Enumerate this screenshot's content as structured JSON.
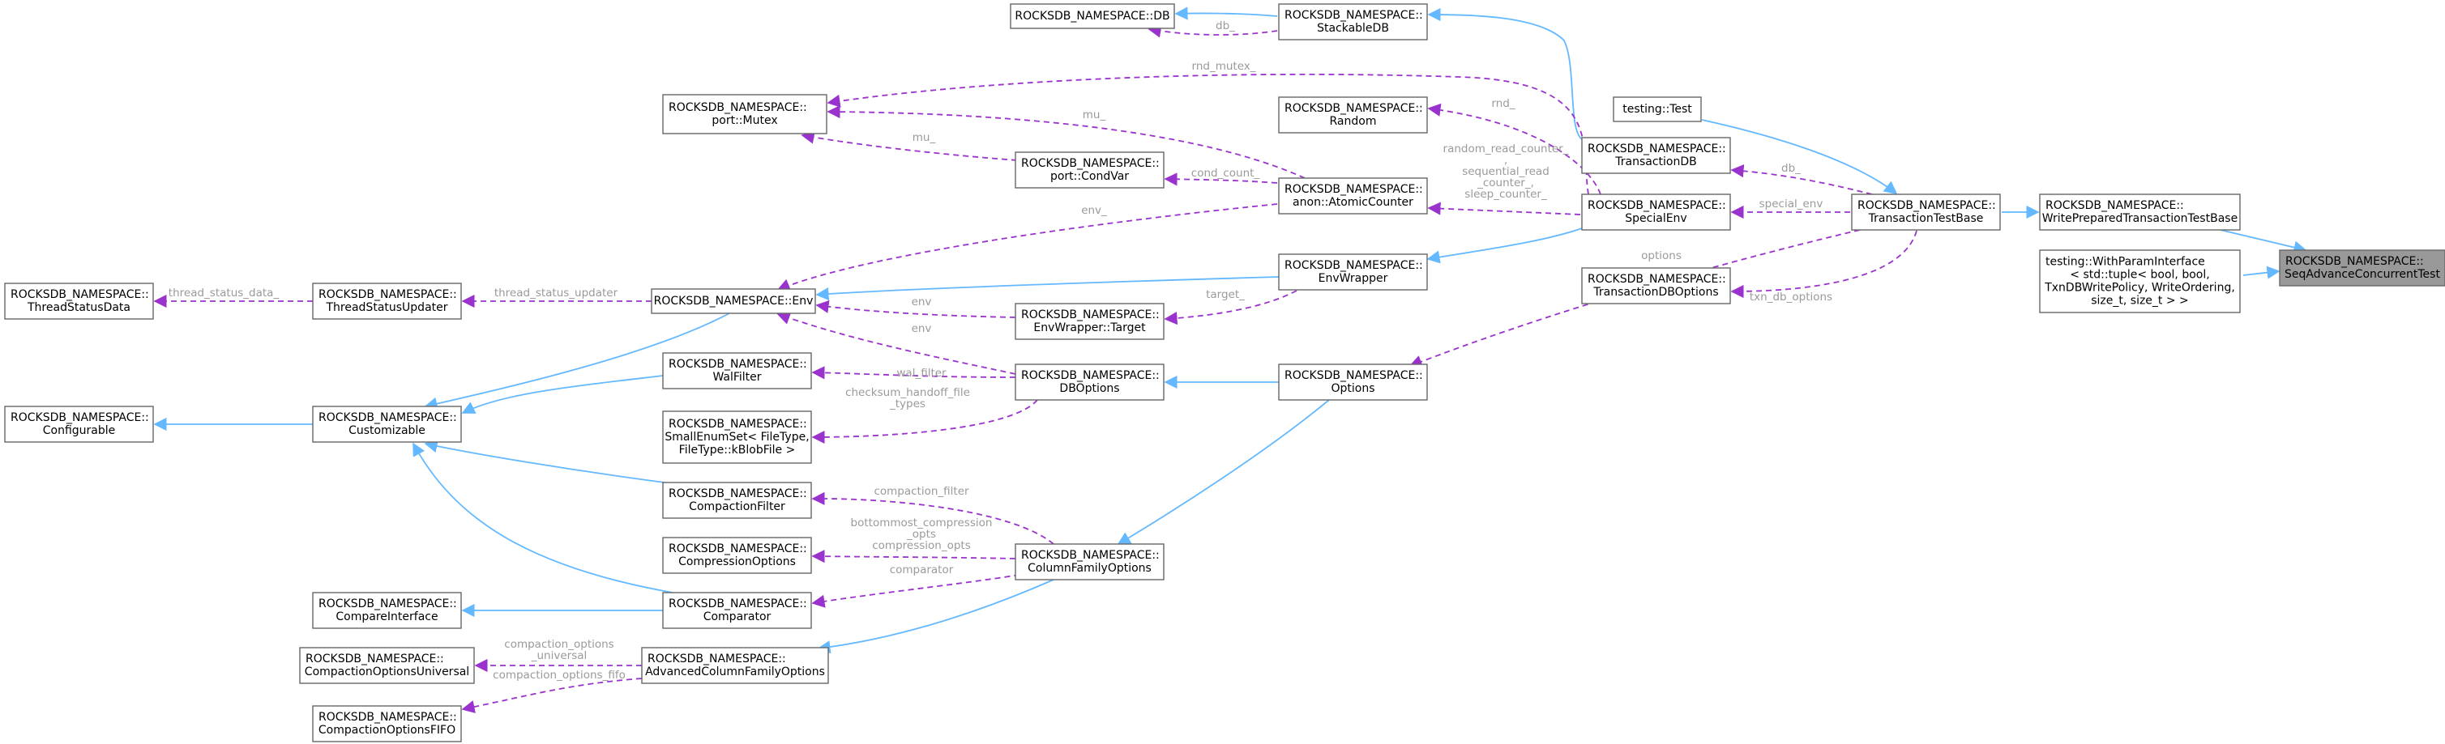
{
  "nodes": [
    {
      "id": "seq",
      "lines": [
        "ROCKSDB_NAMESPACE::",
        "SeqAdvanceConcurrentTest"
      ],
      "highlight": true
    },
    {
      "id": "wptb",
      "lines": [
        "ROCKSDB_NAMESPACE::",
        "WritePreparedTransactionTestBase"
      ]
    },
    {
      "id": "wpi",
      "lines": [
        "testing::WithParamInterface",
        "< std::tuple< bool, bool,",
        "TxnDBWritePolicy, WriteOrdering,",
        "size_t, size_t > >"
      ]
    },
    {
      "id": "ttb",
      "lines": [
        "ROCKSDB_NAMESPACE::",
        "TransactionTestBase"
      ]
    },
    {
      "id": "test",
      "lines": [
        "testing::Test"
      ]
    },
    {
      "id": "tdb",
      "lines": [
        "ROCKSDB_NAMESPACE::",
        "TransactionDB"
      ]
    },
    {
      "id": "senv",
      "lines": [
        "ROCKSDB_NAMESPACE::",
        "SpecialEnv"
      ]
    },
    {
      "id": "tdbo",
      "lines": [
        "ROCKSDB_NAMESPACE::",
        "TransactionDBOptions"
      ]
    },
    {
      "id": "db",
      "lines": [
        "ROCKSDB_NAMESPACE::DB"
      ]
    },
    {
      "id": "sdb",
      "lines": [
        "ROCKSDB_NAMESPACE::",
        "StackableDB"
      ]
    },
    {
      "id": "rand",
      "lines": [
        "ROCKSDB_NAMESPACE::",
        "Random"
      ]
    },
    {
      "id": "atomic",
      "lines": [
        "ROCKSDB_NAMESPACE::",
        "anon::AtomicCounter"
      ]
    },
    {
      "id": "envw",
      "lines": [
        "ROCKSDB_NAMESPACE::",
        "EnvWrapper"
      ]
    },
    {
      "id": "opts",
      "lines": [
        "ROCKSDB_NAMESPACE::",
        "Options"
      ]
    },
    {
      "id": "mutex",
      "lines": [
        "ROCKSDB_NAMESPACE::",
        "port::Mutex"
      ]
    },
    {
      "id": "condvar",
      "lines": [
        "ROCKSDB_NAMESPACE::",
        "port::CondVar"
      ]
    },
    {
      "id": "envwt",
      "lines": [
        "ROCKSDB_NAMESPACE::",
        "EnvWrapper::Target"
      ]
    },
    {
      "id": "dbopts",
      "lines": [
        "ROCKSDB_NAMESPACE::",
        "DBOptions"
      ]
    },
    {
      "id": "cfo",
      "lines": [
        "ROCKSDB_NAMESPACE::",
        "ColumnFamilyOptions"
      ]
    },
    {
      "id": "env",
      "lines": [
        "ROCKSDB_NAMESPACE::Env"
      ]
    },
    {
      "id": "walf",
      "lines": [
        "ROCKSDB_NAMESPACE::",
        "WalFilter"
      ]
    },
    {
      "id": "sesft",
      "lines": [
        "ROCKSDB_NAMESPACE::",
        "SmallEnumSet< FileType,",
        "FileType::kBlobFile >"
      ]
    },
    {
      "id": "cf",
      "lines": [
        "ROCKSDB_NAMESPACE::",
        "CompactionFilter"
      ]
    },
    {
      "id": "co",
      "lines": [
        "ROCKSDB_NAMESPACE::",
        "CompressionOptions"
      ]
    },
    {
      "id": "comp",
      "lines": [
        "ROCKSDB_NAMESPACE::",
        "Comparator"
      ]
    },
    {
      "id": "acfo",
      "lines": [
        "ROCKSDB_NAMESPACE::",
        "AdvancedColumnFamilyOptions"
      ]
    },
    {
      "id": "tsu",
      "lines": [
        "ROCKSDB_NAMESPACE::",
        "ThreadStatusUpdater"
      ]
    },
    {
      "id": "cust",
      "lines": [
        "ROCKSDB_NAMESPACE::",
        "Customizable"
      ]
    },
    {
      "id": "ci",
      "lines": [
        "ROCKSDB_NAMESPACE::",
        "CompareInterface"
      ]
    },
    {
      "id": "cou",
      "lines": [
        "ROCKSDB_NAMESPACE::",
        "CompactionOptionsUniversal"
      ]
    },
    {
      "id": "cofifo",
      "lines": [
        "ROCKSDB_NAMESPACE::",
        "CompactionOptionsFIFO"
      ]
    },
    {
      "id": "tsd",
      "lines": [
        "ROCKSDB_NAMESPACE::",
        "ThreadStatusData"
      ]
    },
    {
      "id": "conf",
      "lines": [
        "ROCKSDB_NAMESPACE::",
        "Configurable"
      ]
    }
  ],
  "edges": [
    {
      "id": "e1",
      "kind": "inherit"
    },
    {
      "id": "e2",
      "kind": "inherit"
    },
    {
      "id": "e3",
      "kind": "inherit"
    },
    {
      "id": "e4",
      "kind": "inherit"
    },
    {
      "id": "e5",
      "kind": "uses",
      "label": [
        "db_"
      ]
    },
    {
      "id": "e6",
      "kind": "uses",
      "label": [
        "special_env"
      ]
    },
    {
      "id": "e7",
      "kind": "uses",
      "label": [
        "txn_db_options"
      ]
    },
    {
      "id": "e8",
      "kind": "uses",
      "label": [
        "options"
      ]
    },
    {
      "id": "e9",
      "kind": "inherit"
    },
    {
      "id": "e10",
      "kind": "inherit"
    },
    {
      "id": "e11",
      "kind": "uses",
      "label": [
        "db_"
      ]
    },
    {
      "id": "e12",
      "kind": "inherit"
    },
    {
      "id": "e13",
      "kind": "uses",
      "label": [
        "rnd_"
      ]
    },
    {
      "id": "e14",
      "kind": "uses",
      "label": [
        "random_read_counter_",
        ",",
        "sequential_read",
        "_counter_,",
        "sleep_counter_"
      ]
    },
    {
      "id": "e15",
      "kind": "uses",
      "label": [
        "rnd_mutex_"
      ]
    },
    {
      "id": "e16",
      "kind": "uses",
      "label": [
        "mu_"
      ]
    },
    {
      "id": "e17",
      "kind": "uses",
      "label": [
        "mu_"
      ]
    },
    {
      "id": "e18",
      "kind": "uses",
      "label": [
        "cond_count_"
      ]
    },
    {
      "id": "e19",
      "kind": "uses",
      "label": [
        "env_"
      ]
    },
    {
      "id": "e20",
      "kind": "inherit"
    },
    {
      "id": "e21",
      "kind": "uses",
      "label": [
        "target_"
      ]
    },
    {
      "id": "e22",
      "kind": "uses",
      "label": [
        "env"
      ]
    },
    {
      "id": "e23",
      "kind": "inherit"
    },
    {
      "id": "e24",
      "kind": "inherit"
    },
    {
      "id": "e25",
      "kind": "uses",
      "label": [
        "env"
      ]
    },
    {
      "id": "e26",
      "kind": "uses",
      "label": [
        "wal_filter"
      ]
    },
    {
      "id": "e27",
      "kind": "uses",
      "label": [
        "checksum_handoff_file",
        "_types"
      ]
    },
    {
      "id": "e28",
      "kind": "inherit"
    },
    {
      "id": "e29",
      "kind": "uses",
      "label": [
        "compaction_filter"
      ]
    },
    {
      "id": "e30",
      "kind": "uses",
      "label": [
        "bottommost_compression",
        "_opts",
        "compression_opts"
      ]
    },
    {
      "id": "e31",
      "kind": "uses",
      "label": [
        "comparator"
      ]
    },
    {
      "id": "e32",
      "kind": "uses",
      "label": [
        "thread_status_updater"
      ]
    },
    {
      "id": "e33",
      "kind": "inherit"
    },
    {
      "id": "e34",
      "kind": "inherit"
    },
    {
      "id": "e35",
      "kind": "inherit"
    },
    {
      "id": "e36",
      "kind": "inherit"
    },
    {
      "id": "e37",
      "kind": "inherit"
    },
    {
      "id": "e38",
      "kind": "uses",
      "label": [
        "compaction_options",
        "_universal"
      ]
    },
    {
      "id": "e39",
      "kind": "uses",
      "label": [
        "compaction_options_fifo"
      ]
    },
    {
      "id": "e40",
      "kind": "uses",
      "label": [
        "thread_status_data_"
      ]
    },
    {
      "id": "e41",
      "kind": "inherit"
    }
  ]
}
